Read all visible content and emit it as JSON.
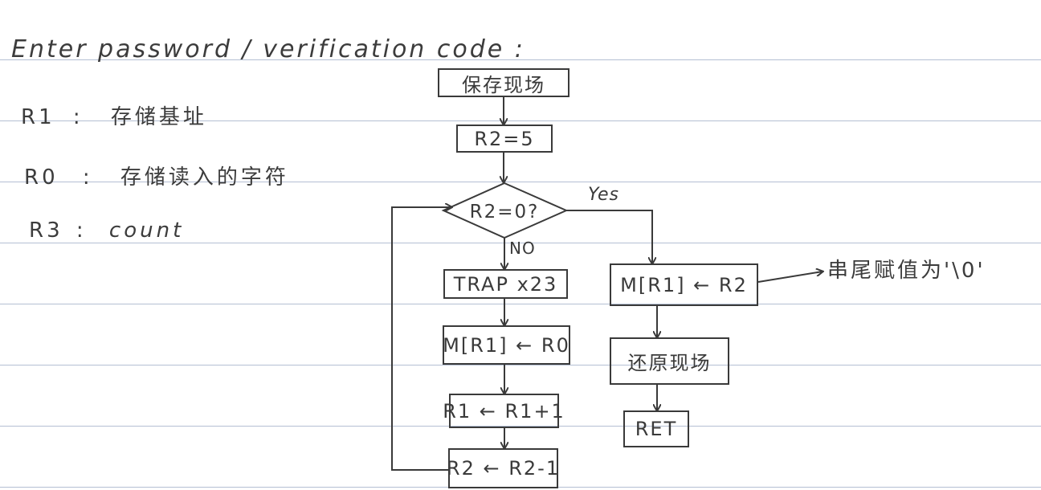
{
  "title": "Enter password / verification code :",
  "notes": [
    {
      "reg": "R1",
      "sep": ":",
      "desc": "存储基址"
    },
    {
      "reg": "R0",
      "sep": ":",
      "desc": "存储读入的字符"
    },
    {
      "reg": "R3",
      "sep": ":",
      "desc": "count"
    }
  ],
  "flow": {
    "save": "保存现场",
    "init": "R2=5",
    "decision": "R2=0?",
    "trap": "TRAP x23",
    "store_r0": "M[R1] ← R0",
    "inc_r1": "R1 ← R1+1",
    "dec_r2": "R2 ← R2-1",
    "store_r2": "M[R1] ← R2",
    "restore": "还原现场",
    "ret": "RET"
  },
  "edges": {
    "yes": "Yes",
    "no": "NO"
  },
  "annotation": "串尾赋值为'\\0'",
  "colors": {
    "ink": "#3a3a3a",
    "rule": "#b4bfd3"
  }
}
